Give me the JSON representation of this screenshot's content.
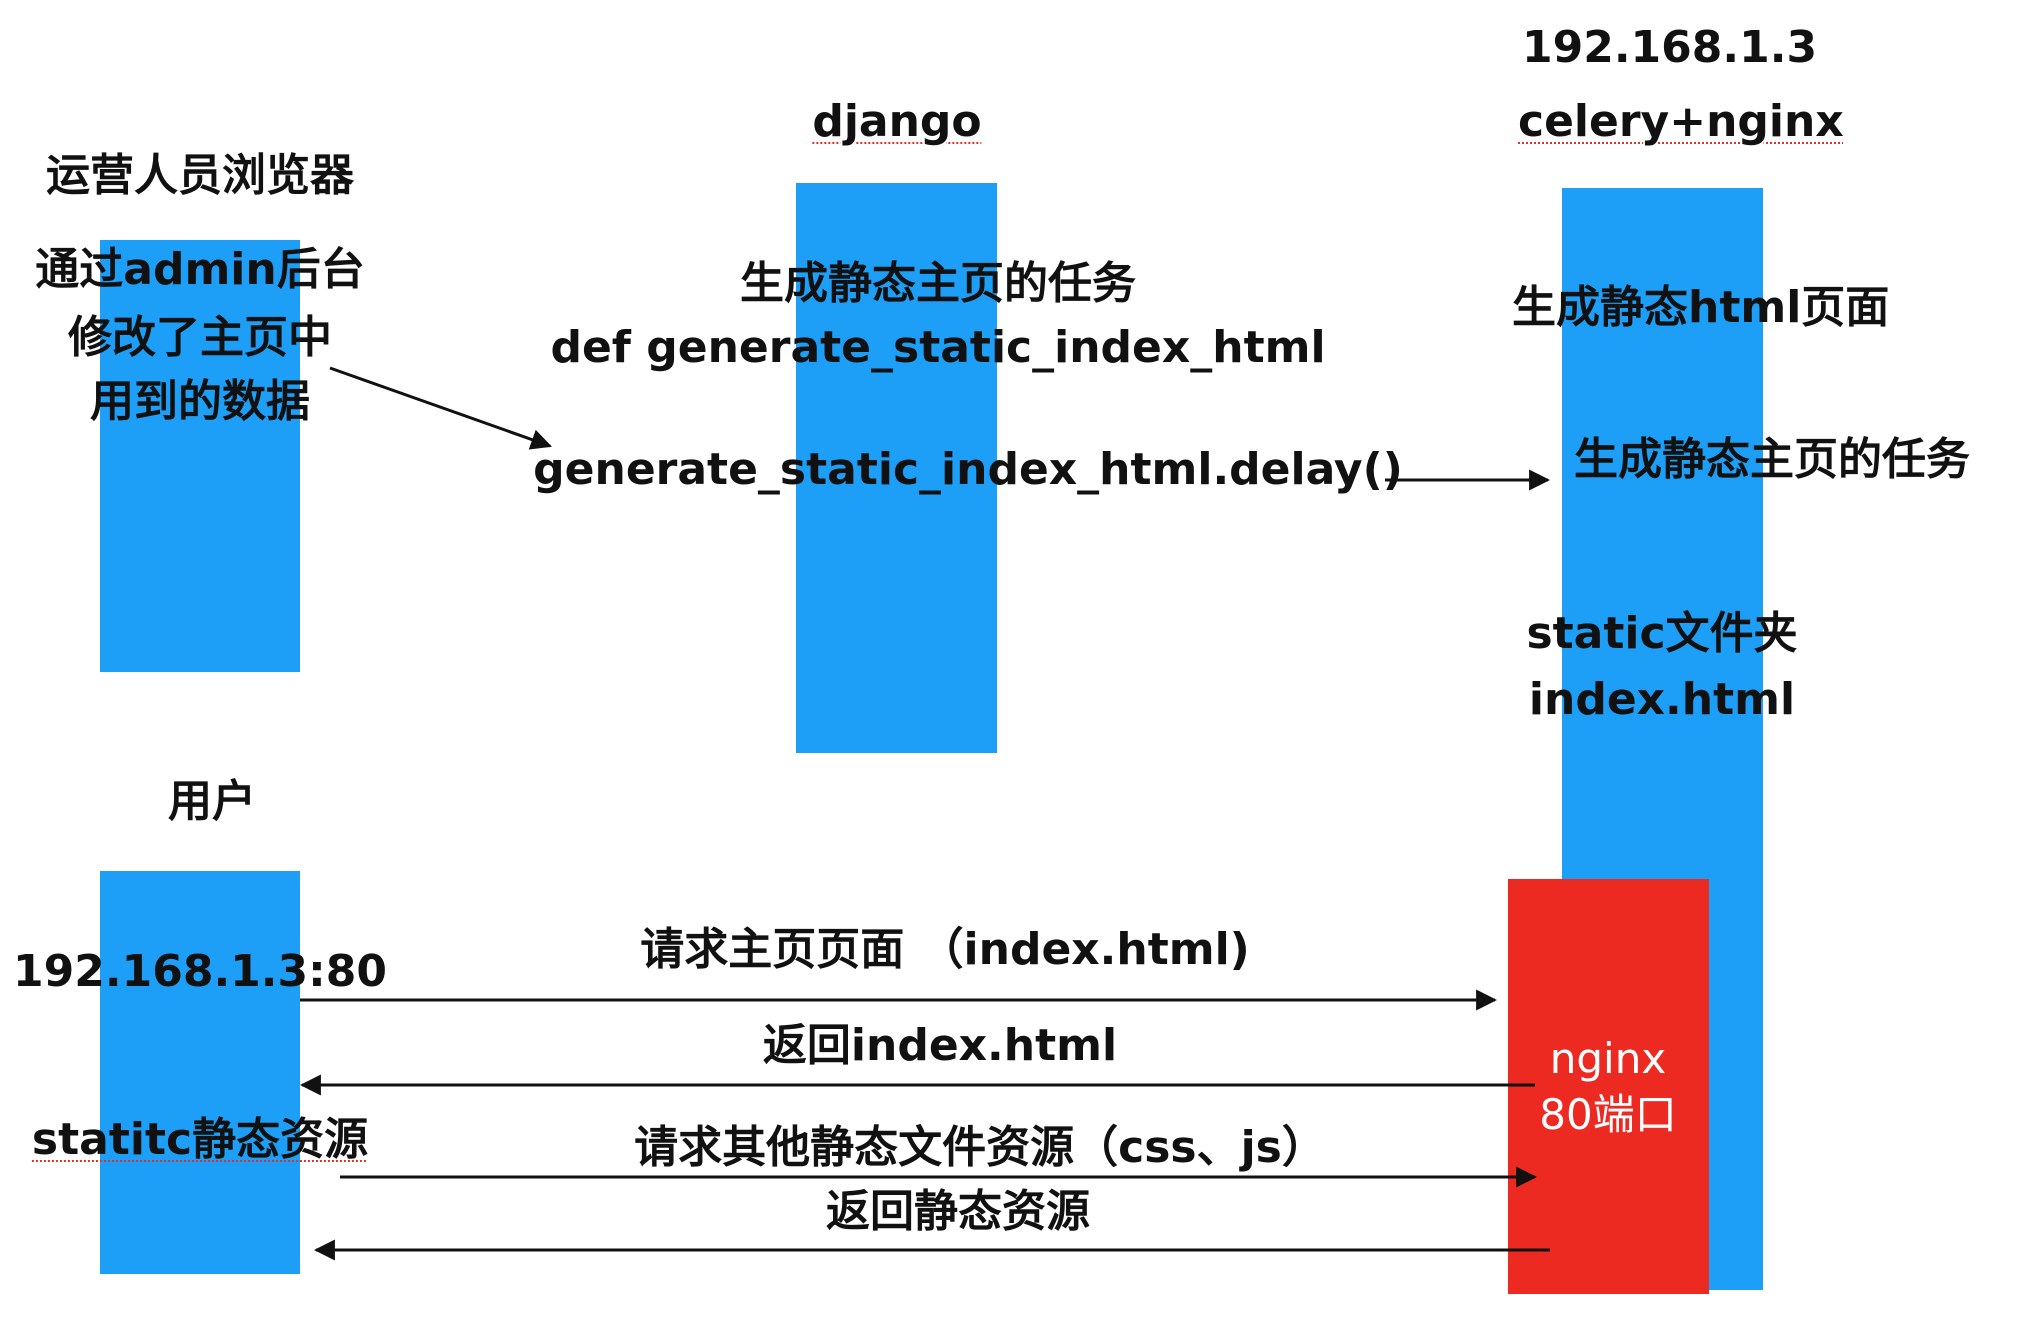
{
  "server": {
    "ip": "192.168.1.3",
    "label": "celery+nginx",
    "texts": [
      "生成静态html页面",
      "生成静态主页的任务",
      "static文件夹",
      "index.html"
    ],
    "nginx_box": [
      "nginx",
      "80端口"
    ]
  },
  "django": {
    "label": "django",
    "texts": [
      "生成静态主页的任务",
      "def generate_static_index_html",
      "generate_static_index_html.delay()"
    ]
  },
  "operator": {
    "label": "运营人员浏览器",
    "texts": [
      "通过admin后台",
      "修改了主页中",
      "用到的数据"
    ]
  },
  "user": {
    "label": "用户",
    "texts": [
      "192.168.1.3:80",
      "statitc静态资源"
    ]
  },
  "flows": [
    "请求主页页面 （index.html)",
    "返回index.html",
    "请求其他静态文件资源（css、js）",
    "返回静态资源"
  ],
  "colors": {
    "lifeline": "#1e9ff7",
    "nginx": "#ec2a22",
    "squiggle": "#e0302a"
  }
}
